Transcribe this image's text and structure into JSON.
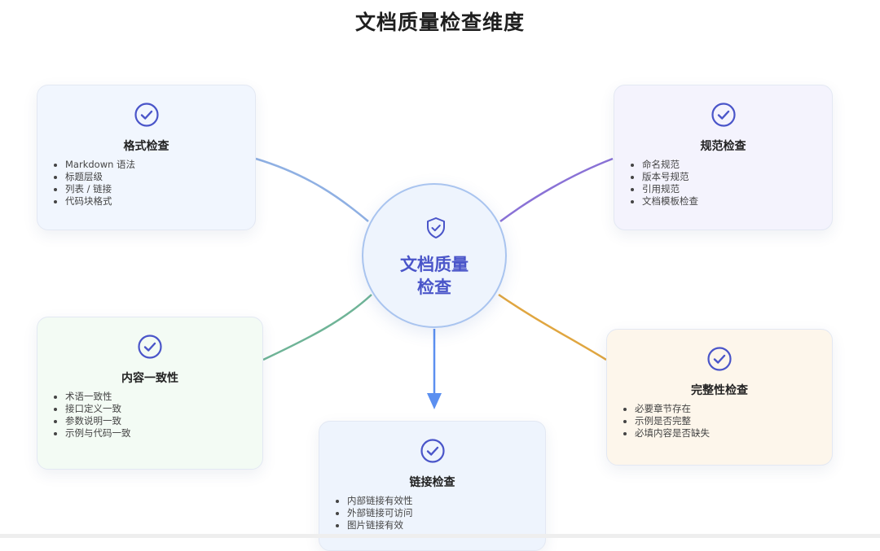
{
  "page": {
    "title": "文档质量检查维度"
  },
  "center": {
    "line1": "文档质量",
    "line2": "检查",
    "icon": "shield-check-icon"
  },
  "cards": {
    "format": {
      "title": "格式检查",
      "icon": "check-circle-icon",
      "items": [
        "Markdown 语法",
        "标题层级",
        "列表 / 链接",
        "代码块格式"
      ]
    },
    "standard": {
      "title": "规范检查",
      "icon": "check-circle-icon",
      "items": [
        "命名规范",
        "版本号规范",
        "引用规范",
        "文档模板检查"
      ]
    },
    "consistency": {
      "title": "内容一致性",
      "icon": "check-circle-icon",
      "items": [
        "术语一致性",
        "接口定义一致",
        "参数说明一致",
        "示例与代码一致"
      ]
    },
    "completeness": {
      "title": "完整性检查",
      "icon": "check-circle-icon",
      "items": [
        "必要章节存在",
        "示例是否完整",
        "必填内容是否缺失"
      ]
    },
    "links": {
      "title": "链接检查",
      "icon": "check-circle-icon",
      "items": [
        "内部链接有效性",
        "外部链接可访问",
        "图片链接有效"
      ]
    }
  },
  "colors": {
    "format": "#8fb0e3",
    "standard": "#8a72d6",
    "consistency": "#6fb497",
    "completeness": "#e0a640",
    "links": "#5b8ff0",
    "accent": "#4a55c9"
  }
}
